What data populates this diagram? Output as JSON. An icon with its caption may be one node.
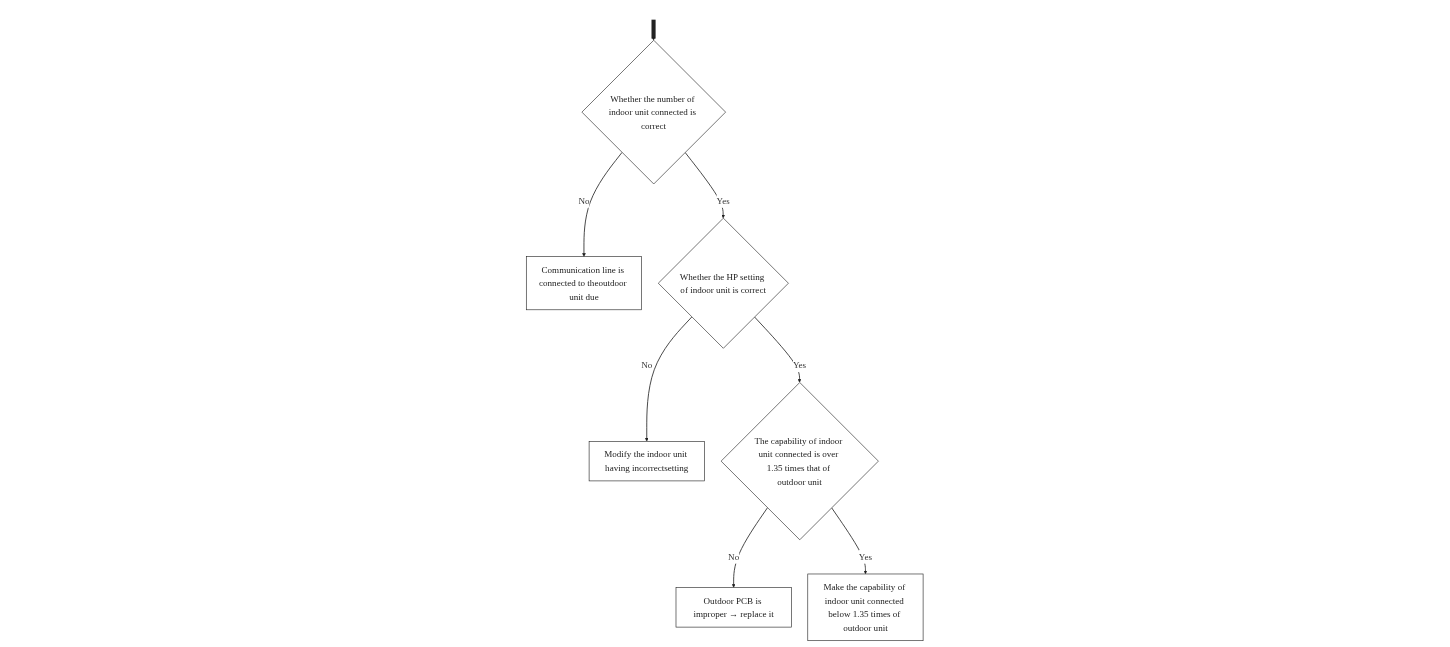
{
  "diagram": {
    "nodes": [
      {
        "text": [
          "Whether the number of indoor unit connected is correct"
        ]
      },
      {
        "text": [
          "Communication line is connected to theoutdoor unit due"
        ]
      },
      {
        "text": [
          "Whether the HP setting of indoor unit is correct"
        ]
      },
      {
        "text": [
          "Modify the indoor unit having incorrectsetting"
        ]
      },
      {
        "text": [
          "The capability of indoor unit connected is over 1.35 times that of outdoor unit"
        ]
      },
      {
        "text": [
          "Outdoor PCB is improper → replace it"
        ]
      },
      {
        "text": [
          "Make the capability of indoor unit connected below 1.35 times of outdoor unit"
        ]
      }
    ],
    "edges": [
      {
        "from": null,
        "to": 0,
        "arrow": "to",
        "style": "thick"
      },
      {
        "from": 0,
        "to": 1,
        "arrow": "to",
        "label": "No"
      },
      {
        "from": 0,
        "to": 2,
        "arrow": "to",
        "label": "Yes"
      },
      {
        "from": 2,
        "to": 3,
        "arrow": "to",
        "label": "No"
      },
      {
        "from": 2,
        "to": 4,
        "arrow": "to",
        "label": "Yes"
      },
      {
        "from": 4,
        "to": 5,
        "arrow": "to",
        "label": "No"
      },
      {
        "from": 4,
        "to": 6,
        "arrow": "to",
        "label": "Yes"
      }
    ]
  }
}
